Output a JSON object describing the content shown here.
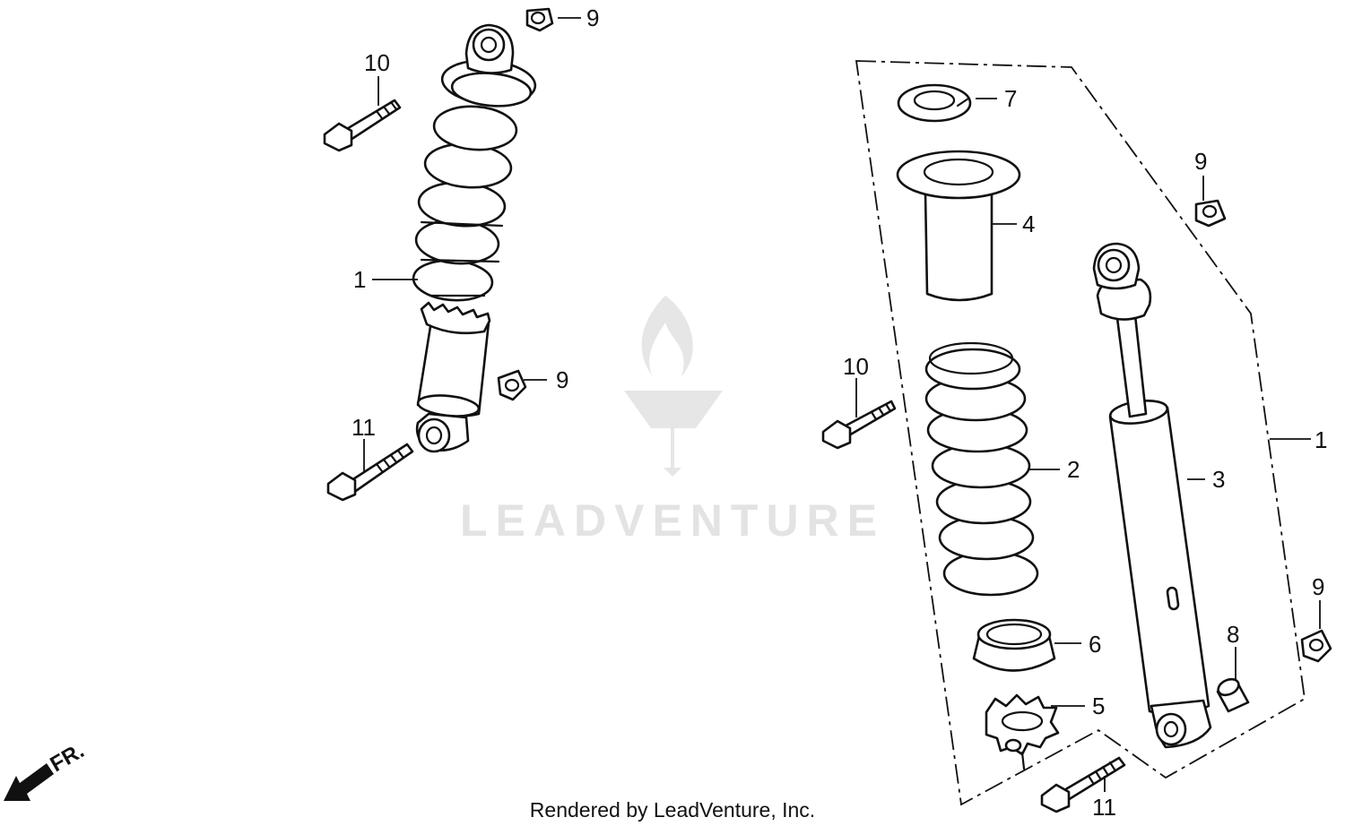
{
  "watermark": {
    "brand": "LEADVENTURE"
  },
  "footer": {
    "credit": "Rendered by LeadVenture, Inc."
  },
  "direction_indicator": {
    "label": "FR."
  },
  "callouts": {
    "left_assembly": {
      "shock_absorber": "1",
      "top_nut": "9",
      "top_bolt": "10",
      "side_nut": "9",
      "bottom_bolt": "11"
    },
    "exploded": {
      "retainer": "7",
      "spring_guide": "4",
      "top_nut": "9",
      "shock_assembly": "1",
      "bolt_upper": "10",
      "spring": "2",
      "damper": "3",
      "side_nut": "9",
      "collar": "8",
      "spring_seat": "6",
      "adjuster": "5",
      "bolt_lower": "11"
    }
  }
}
